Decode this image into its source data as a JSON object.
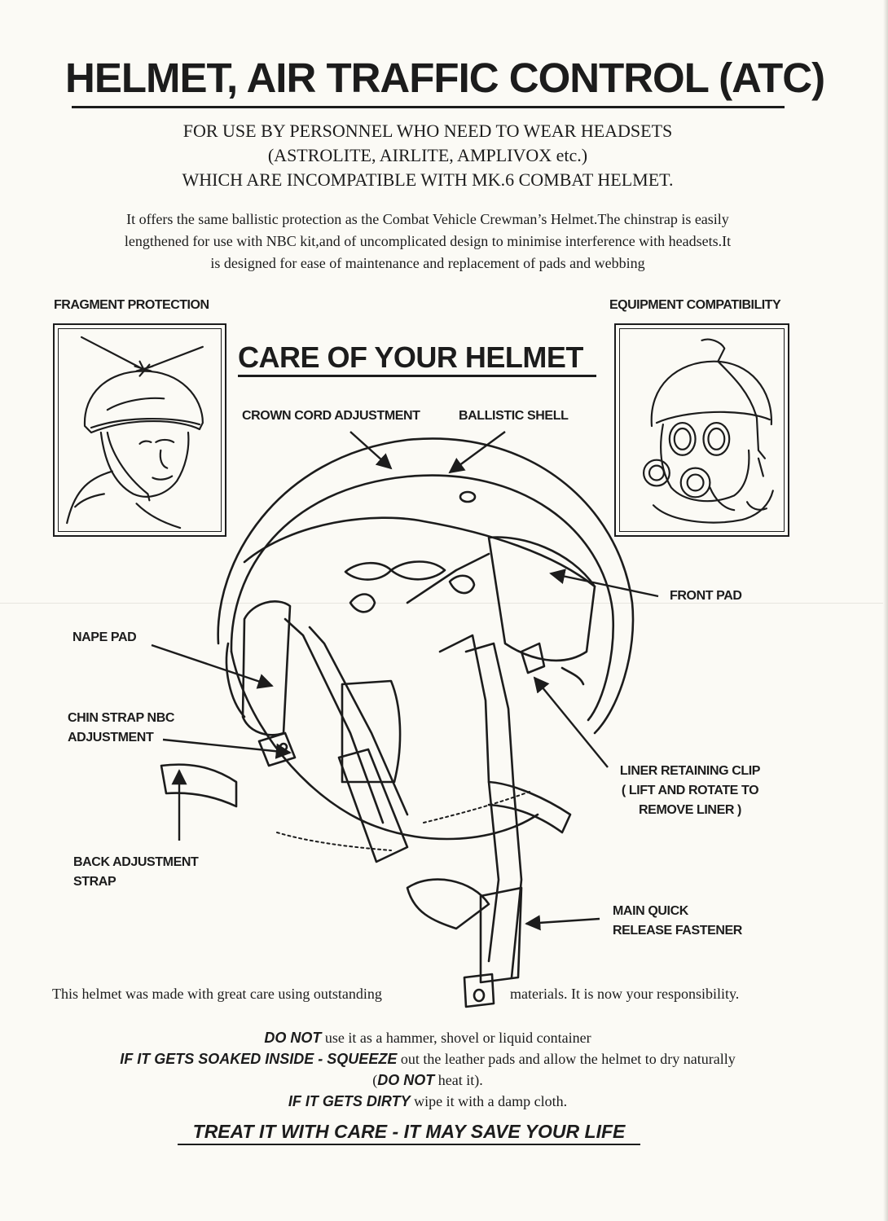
{
  "header": {
    "title": "HELMET, AIR TRAFFIC CONTROL (ATC)",
    "subtitle_lines": [
      "FOR USE BY PERSONNEL WHO NEED TO WEAR HEADSETS",
      "(ASTROLITE, AIRLITE, AMPLIVOX etc.)",
      "WHICH ARE INCOMPATIBLE WITH MK.6 COMBAT HELMET."
    ]
  },
  "intro_lines": [
    "It offers the same ballistic protection as the Combat Vehicle Crewman’s Helmet.The chinstrap is easily",
    "lengthened for use with NBC kit,and of uncomplicated design to minimise interference with headsets.It",
    "is designed for ease of maintenance and replacement of pads and webbing"
  ],
  "panels": {
    "left_label": "FRAGMENT PROTECTION",
    "right_label": "EQUIPMENT COMPATIBILITY"
  },
  "care_heading": "CARE OF YOUR HELMET",
  "callouts": {
    "crown_cord": "CROWN CORD ADJUSTMENT",
    "ballistic_shell": "BALLISTIC SHELL",
    "front_pad": "FRONT PAD",
    "nape_pad": "NAPE PAD",
    "chin_strap_nbc": [
      "CHIN STRAP NBC",
      "ADJUSTMENT"
    ],
    "liner_clip": [
      "LINER RETAINING CLIP",
      "( LIFT AND ROTATE TO",
      "REMOVE LINER )"
    ],
    "back_strap": [
      "BACK ADJUSTMENT",
      "STRAP"
    ],
    "main_fastener": [
      "MAIN QUICK",
      "RELEASE FASTENER"
    ]
  },
  "footer": {
    "responsibility_left": "This helmet was made with great care using outstanding",
    "responsibility_right": "materials. It is now your responsibility.",
    "rule1_em": "DO NOT",
    "rule1_text": " use it as a hammer, shovel or liquid container",
    "rule2_em1": "IF IT GETS SOAKED INSIDE - SQUEEZE",
    "rule2_text": " out the leather pads and allow the helmet to dry naturally",
    "rule3_open": "(",
    "rule3_em": "DO NOT",
    "rule3_text": " heat it).",
    "rule4_em": "IF IT GETS DIRTY",
    "rule4_text": " wipe it with a damp cloth.",
    "closing": "TREAT IT WITH CARE - IT MAY SAVE YOUR LIFE"
  }
}
